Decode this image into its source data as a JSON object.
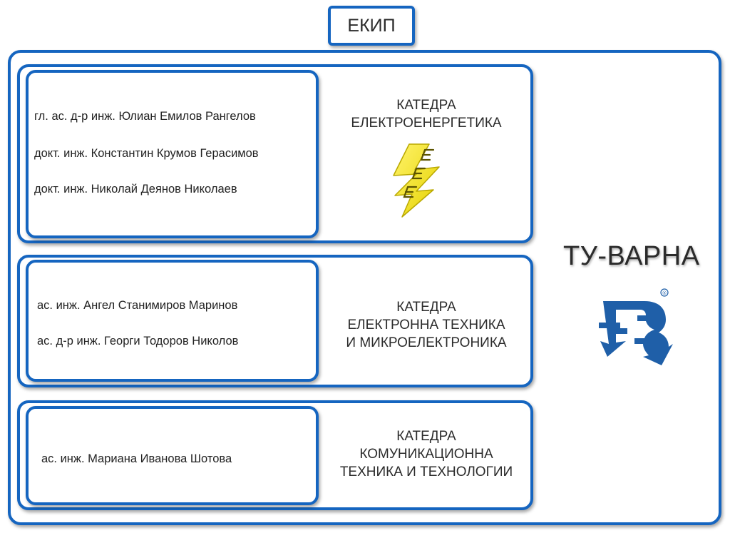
{
  "title": "ЕКИП",
  "university": {
    "name": "ТУ-ВАРНА",
    "logo_icon": "tu-varna-logo-icon",
    "registered_mark": "®",
    "brand_color": "#1f5fa8"
  },
  "departments": [
    {
      "name_lines": [
        "КАТЕДРА",
        "ЕЛЕКТРОЕНЕРГЕТИКА"
      ],
      "logo_icon": "lightning-bolt-ee-logo-icon",
      "logo_text": "EEE",
      "staff": [
        "гл. ас. д-р инж. Юлиан Емилов Рангелов",
        "докт. инж. Константин Крумов Герасимов",
        "докт. инж. Николай Деянов Николаев"
      ]
    },
    {
      "name_lines": [
        "КАТЕДРА",
        "ЕЛЕКТРОННА ТЕХНИКА",
        "И МИКРОЕЛЕКТРОНИКА"
      ],
      "staff": [
        "ас. инж. Ангел Станимиров Маринов",
        "ас. д-р инж. Георги Тодоров Николов"
      ]
    },
    {
      "name_lines": [
        "КАТЕДРА",
        "КОМУНИКАЦИОННА",
        "ТЕХНИКА И ТЕХНОЛОГИИ"
      ],
      "staff": [
        "ас. инж. Мариана Иванова Шотова"
      ]
    }
  ],
  "colors": {
    "border": "#1565c0",
    "logo_yellow": "#f2e600"
  }
}
